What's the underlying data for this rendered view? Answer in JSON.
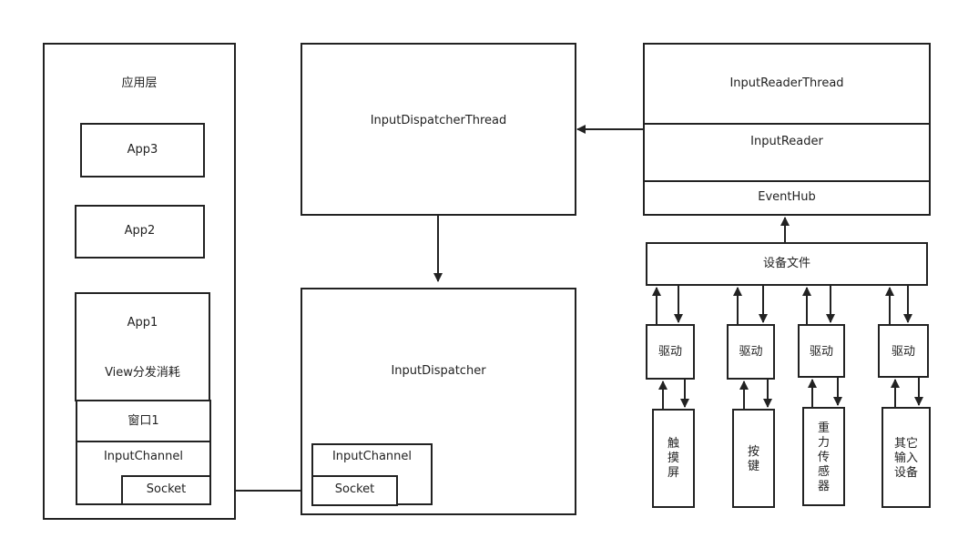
{
  "app_layer": {
    "title": "应用层",
    "app3": "App3",
    "app2": "App2",
    "app1": "App1",
    "view_dispatch": "View分发消耗",
    "window1": "窗口1",
    "input_channel": "InputChannel",
    "socket": "Socket"
  },
  "dispatcher_thread": {
    "title": "InputDispatcherThread"
  },
  "dispatcher": {
    "title": "InputDispatcher",
    "input_channel": "InputChannel",
    "socket": "Socket"
  },
  "reader_thread": {
    "title": "InputReaderThread",
    "reader": "InputReader",
    "event_hub": "EventHub"
  },
  "device_file": "设备文件",
  "drivers": [
    "驱动",
    "驱动",
    "驱动",
    "驱动"
  ],
  "devices": [
    {
      "label": "触摸屏",
      "chars": [
        "触",
        "摸",
        "屏"
      ]
    },
    {
      "label": "按键",
      "chars": [
        "按",
        "键"
      ]
    },
    {
      "label": "重力传感器",
      "chars": [
        "重",
        "力",
        "传",
        "感",
        "器"
      ]
    },
    {
      "label": "其它输入设备",
      "lines": [
        "其它",
        "输入",
        "设备"
      ]
    }
  ]
}
